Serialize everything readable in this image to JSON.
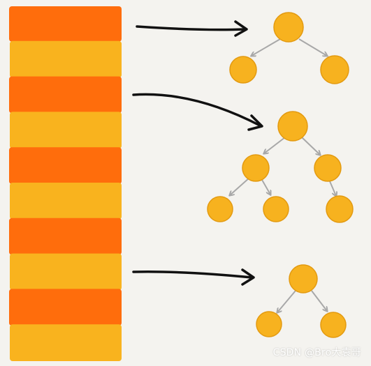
{
  "colors": {
    "background": "#f4f3ef",
    "stripe_dark": "#ff6d0c",
    "stripe_light": "#f9b31e",
    "node_fill": "#f7b21f",
    "node_stroke": "#e39a10",
    "tree_edge": "#a8a8a8",
    "arrow": "#111111"
  },
  "icons": {
    "stack": "striped-array-stack",
    "arrow": "right-arrow-icon",
    "tree": "binary-tree-icon"
  },
  "stripes": [
    "dark",
    "light",
    "dark",
    "light",
    "dark",
    "light",
    "dark",
    "light",
    "dark",
    "light"
  ],
  "trees": [
    {
      "name": "tree-small-top",
      "node_count": 3
    },
    {
      "name": "tree-large-middle",
      "node_count": 6
    },
    {
      "name": "tree-small-bottom",
      "node_count": 3
    }
  ],
  "watermark": "CSDN @Bro大袁哥"
}
